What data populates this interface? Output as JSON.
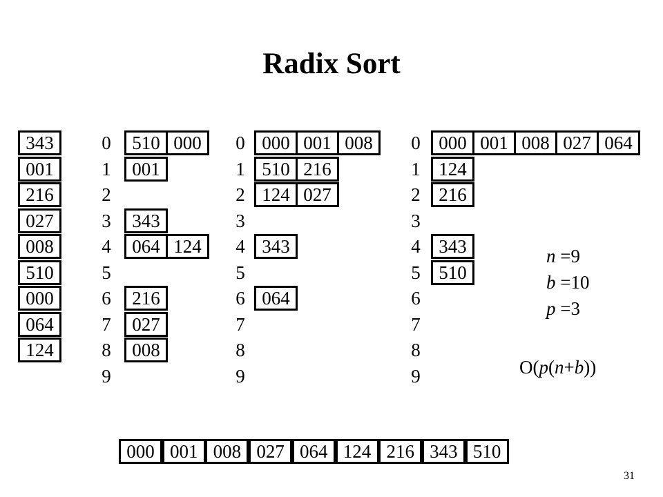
{
  "title": "Radix Sort",
  "input": [
    "343",
    "001",
    "216",
    "027",
    "008",
    "510",
    "000",
    "064",
    "124"
  ],
  "digit_labels": [
    "0",
    "1",
    "2",
    "3",
    "4",
    "5",
    "6",
    "7",
    "8",
    "9"
  ],
  "pass1": [
    [
      "510",
      "000"
    ],
    [
      "001"
    ],
    [],
    [
      "343"
    ],
    [
      "064",
      "124"
    ],
    [],
    [
      "216"
    ],
    [
      "027"
    ],
    [
      "008"
    ],
    []
  ],
  "pass2": [
    [
      "000",
      "001",
      "008"
    ],
    [
      "510",
      "216"
    ],
    [
      "124",
      "027"
    ],
    [],
    [
      "343"
    ],
    [],
    [
      "064"
    ],
    [],
    [],
    []
  ],
  "pass3": [
    [
      "000",
      "001",
      "008",
      "027",
      "064"
    ],
    [
      "124"
    ],
    [
      "216"
    ],
    [],
    [
      "343"
    ],
    [
      "510"
    ],
    [],
    [],
    [],
    []
  ],
  "params": {
    "n": {
      "var": "n",
      "val": "=9"
    },
    "b": {
      "var": "b",
      "val": "=10"
    },
    "p": {
      "var": "p",
      "val": "=3"
    }
  },
  "complexity": {
    "pre": "O(",
    "p": "p",
    "mid": "(",
    "n": "n",
    "plus": "+",
    "b": "b",
    "post": "))"
  },
  "sorted": [
    "000",
    "001",
    "008",
    "027",
    "064",
    "124",
    "216",
    "343",
    "510"
  ],
  "page_number": "31"
}
